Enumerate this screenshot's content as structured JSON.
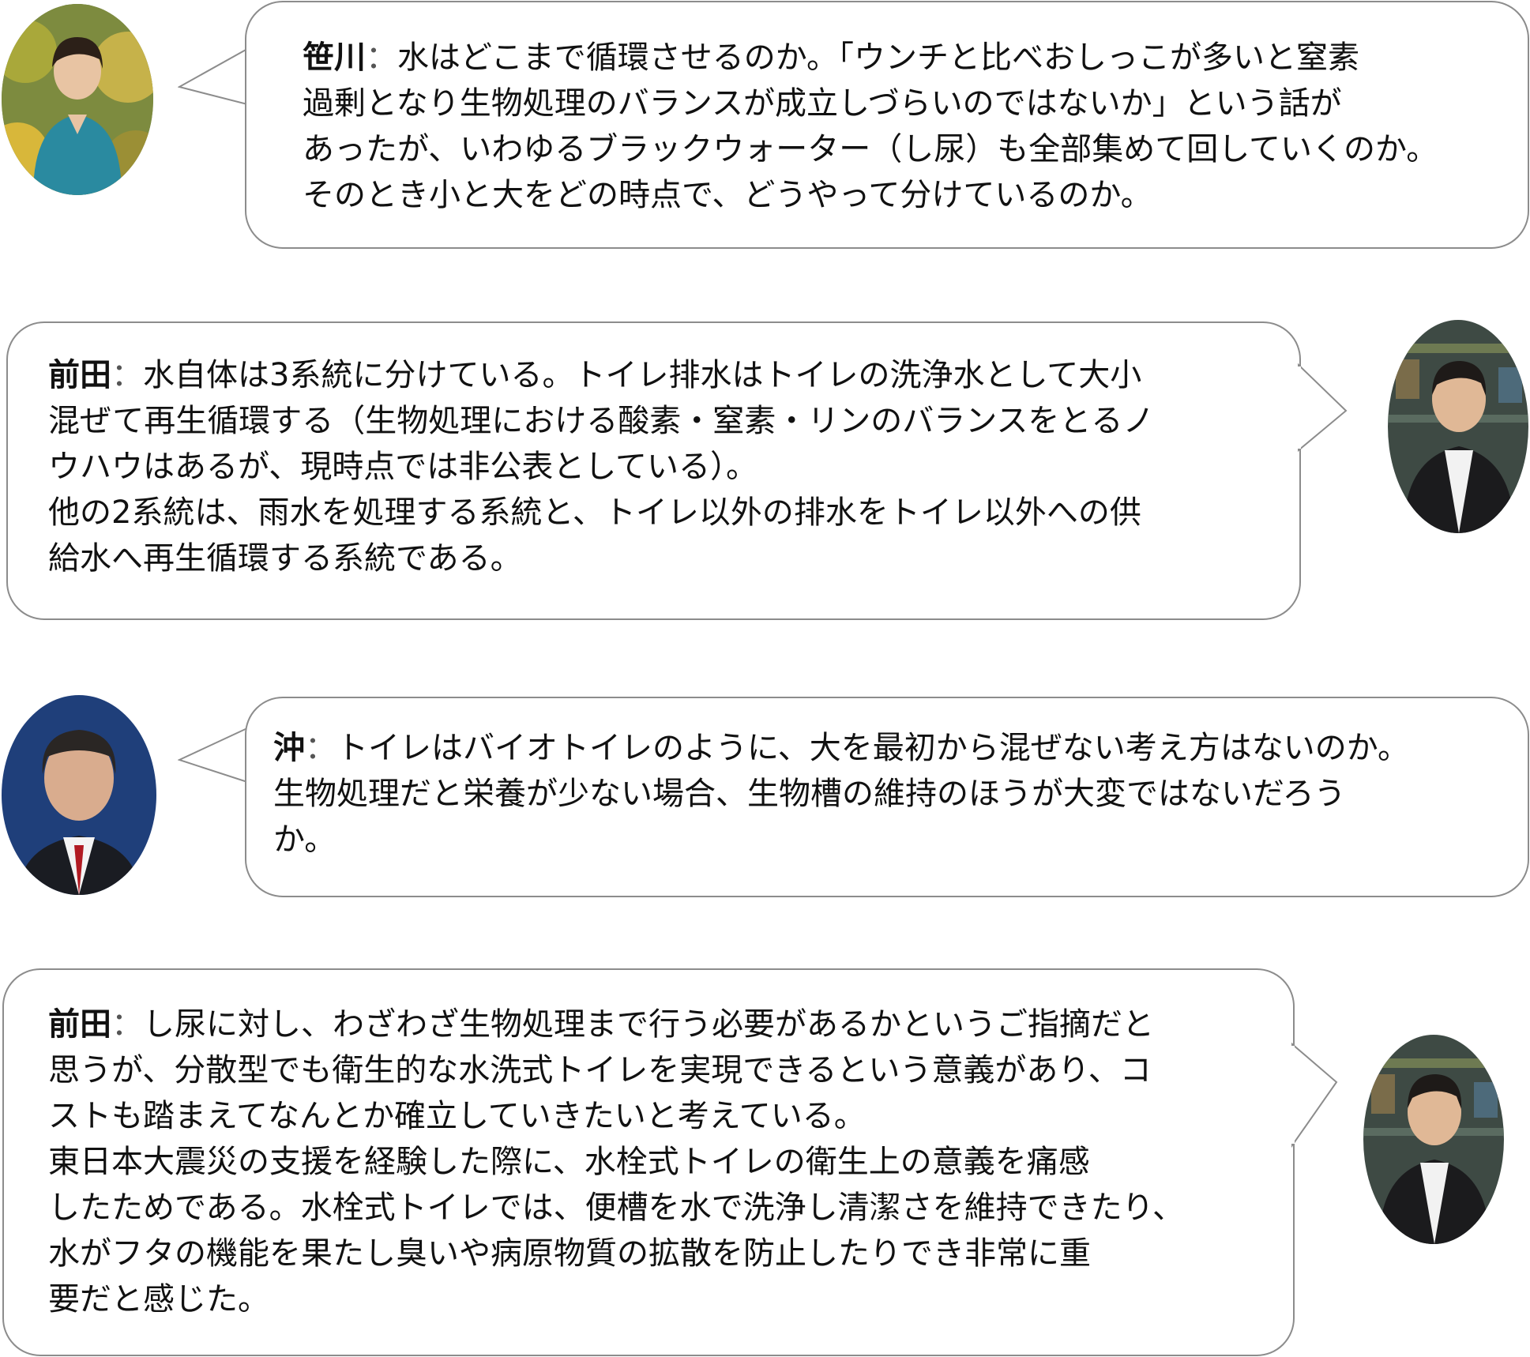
{
  "dialogue": [
    {
      "speaker": "笹川",
      "separator": "：",
      "text": "水はどこまで循環させるのか。「ウンチと比べおしっこが多いと窒素\n過剰となり生物処理のバランスが成立しづらいのではないか」という話が\nあったが、いわゆるブラックウォーター（し尿）も全部集めて回していくのか。\nそのとき小と大をどの時点で、どうやって分けているのか。"
    },
    {
      "speaker": "前田",
      "separator": "：",
      "text": "水自体は3系統に分けている。トイレ排水はトイレの洗浄水として大小\n混ぜて再生循環する（生物処理における酸素・窒素・リンのバランスをとるノ\nウハウはあるが、現時点では非公表としている）。\n他の2系統は、雨水を処理する系統と、トイレ以外の排水をトイレ以外への供\n給水へ再生循環する系統である。"
    },
    {
      "speaker": "沖",
      "separator": "：",
      "text": "トイレはバイオトイレのように、大を最初から混ぜない考え方はないのか。\n生物処理だと栄養が少ない場合、生物槽の維持のほうが大変ではないだろう\nか。"
    },
    {
      "speaker": "前田",
      "separator": "：",
      "text": "し尿に対し、わざわざ生物処理まで行う必要があるかというご指摘だと\n思うが、分散型でも衛生的な水洗式トイレを実現できるという意義があり、コ\nストも踏まえてなんとか確立していきたいと考えている。\n東日本大震災の支援を経験した際に、水栓式トイレの衛生上の意義を痛感\nしたためである。水栓式トイレでは、便槽を水で洗浄し清潔さを維持できたり、\n水がフタの機能を果たし臭いや病原物質の拡散を防止したりでき非常に重\n要だと感じた。"
    }
  ]
}
